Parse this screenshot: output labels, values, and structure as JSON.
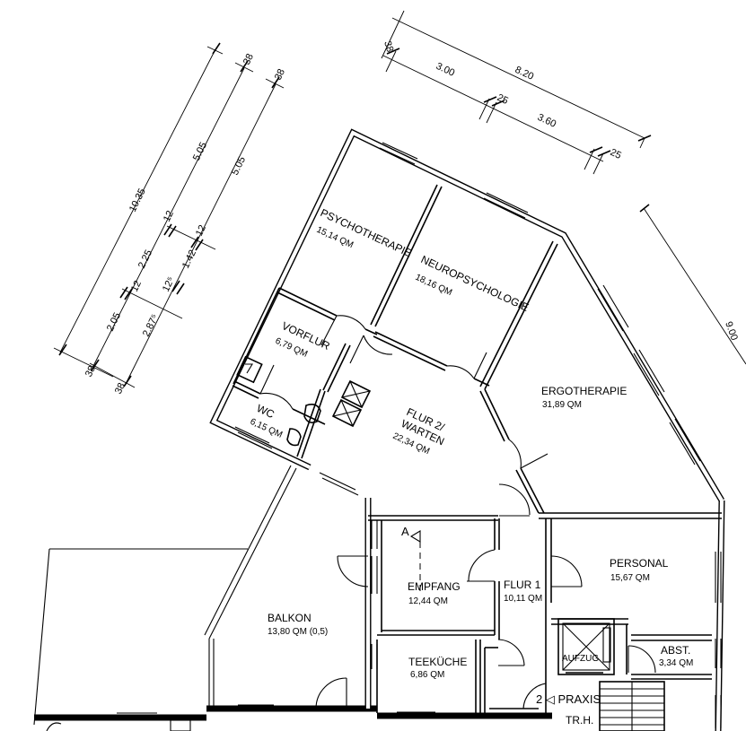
{
  "rooms": {
    "psychotherapie": {
      "name": "PSYCHOTHERAPIE",
      "area": "15,14 QM"
    },
    "neuropsychologie": {
      "name": "NEUROPSYCHOLOGIE",
      "area": "18,16 QM"
    },
    "vorflur": {
      "name": "VORFLUR",
      "area": "6,79 QM"
    },
    "wc": {
      "name": "WC",
      "area": "6,15 QM"
    },
    "flur2": {
      "name1": "FLUR 2/",
      "name2": "WARTEN",
      "area": "22,34 QM"
    },
    "ergotherapie": {
      "name": "ERGOTHERAPIE",
      "area": "31,89 QM"
    },
    "personal": {
      "name": "PERSONAL",
      "area": "15,67 QM"
    },
    "empfang": {
      "name": "EMPFANG",
      "area": "12,44 QM"
    },
    "flur1": {
      "name": "FLUR 1",
      "area": "10,11 QM"
    },
    "balkon": {
      "name": "BALKON",
      "area": "13,80 QM (0,5)"
    },
    "teekueche": {
      "name": "TEEKÜCHE",
      "area": "6,86 QM"
    },
    "abst": {
      "name": "ABST.",
      "area": "3,34 QM"
    },
    "aufzug": {
      "name": "AUFZUG"
    }
  },
  "labels": {
    "section_mark": "A",
    "praxis": "2 ◁ PRAXIS",
    "treppenhaus": "TR.H."
  },
  "dimensions": {
    "top": {
      "d38": "38",
      "d300": "3.00",
      "d820": "8.20",
      "d25a": "25",
      "d360": "3.60",
      "d25b": "25"
    },
    "left": {
      "d1035": "10.35",
      "d38a": "38",
      "d505a": "5.05",
      "d12a": "12",
      "d225": "2.25",
      "d12b": "12",
      "d205": "2.05",
      "d38b": "38"
    },
    "left2": {
      "d38a": "38",
      "d505b": "5.05",
      "d12c": "12",
      "d142": "1.42",
      "d125": "12⁵",
      "d2875": "2.87⁵",
      "d38b": "38"
    },
    "right": {
      "d900": "9.00"
    }
  }
}
